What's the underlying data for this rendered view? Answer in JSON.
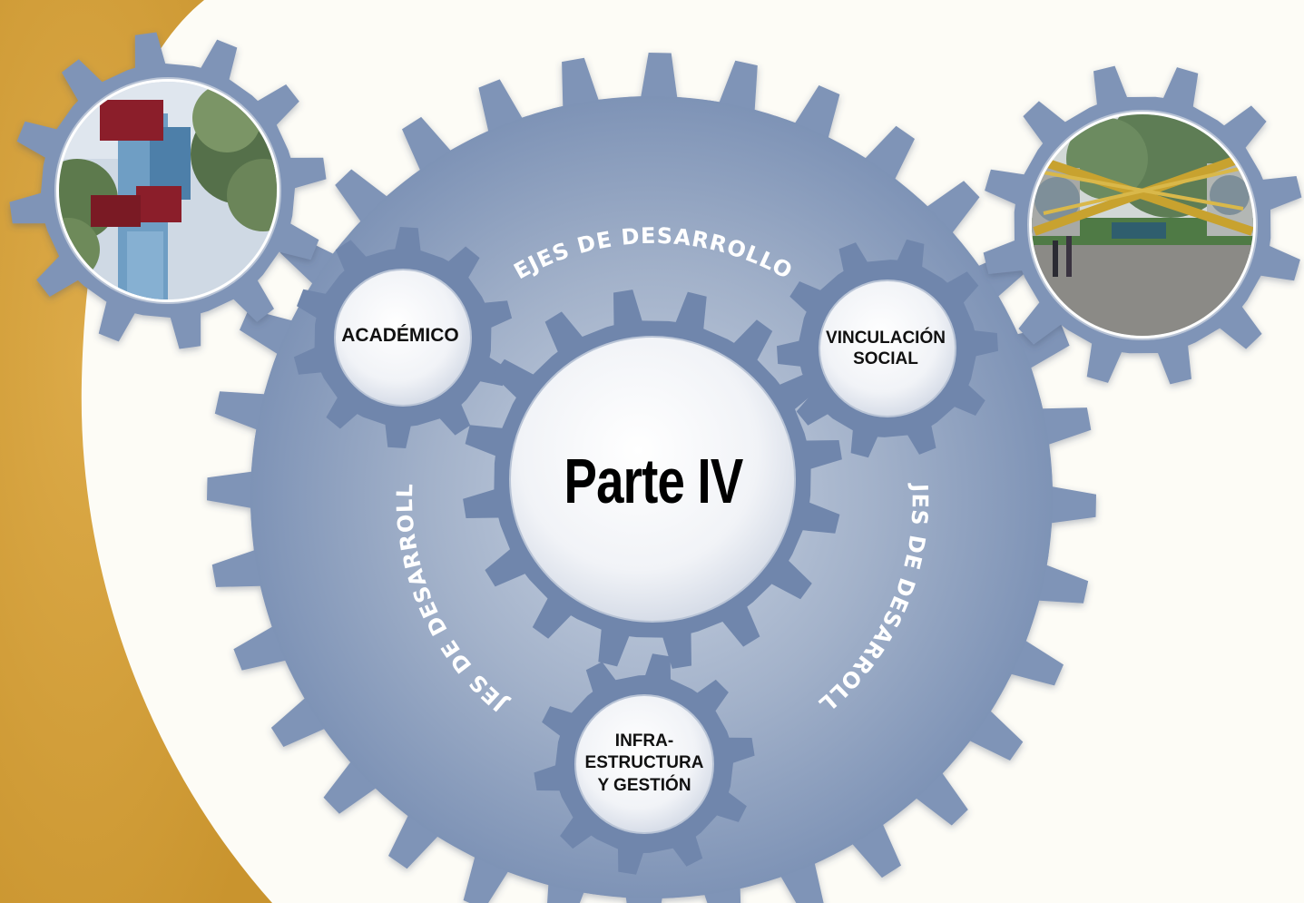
{
  "center": {
    "title": "Parte IV"
  },
  "axes": {
    "academico": "ACADÉMICO",
    "vinculacion": [
      "VINCULACIÓN",
      "SOCIAL"
    ],
    "infraestructura": [
      "INFRA-",
      "ESTRUCTURA",
      "Y GESTIÓN"
    ]
  },
  "arc_labels": {
    "top": "EJES DE DESARROLLO",
    "left": "EJES DE DESARROLLO",
    "right": "EJES DE DESARROLLO"
  },
  "photos": {
    "left": "sculpture-photo",
    "right": "campus-entrance-photo"
  },
  "colors": {
    "gear": "#7d92b5",
    "gear_dark": "#6a80a6",
    "gold": "#d4a23c",
    "background": "#fdfcf6"
  }
}
